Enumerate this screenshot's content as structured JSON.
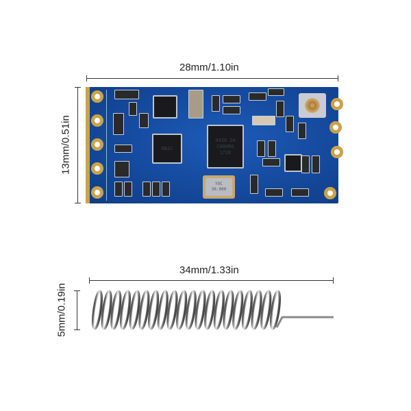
{
  "module": {
    "width_label": "28mm/1.10in",
    "height_label": "13mm/0.51in",
    "board_color": "#14489a",
    "pins": 5,
    "chips": {
      "mcu": [
        "6B2C"
      ],
      "rf": [
        "4438 2A",
        "C00HRG",
        "1726"
      ],
      "crystal": [
        "YXC",
        "30.000"
      ]
    }
  },
  "antenna": {
    "length_label": "34mm/1.33in",
    "diameter_label": "5mm/0.19in",
    "coil_turns": 20
  }
}
